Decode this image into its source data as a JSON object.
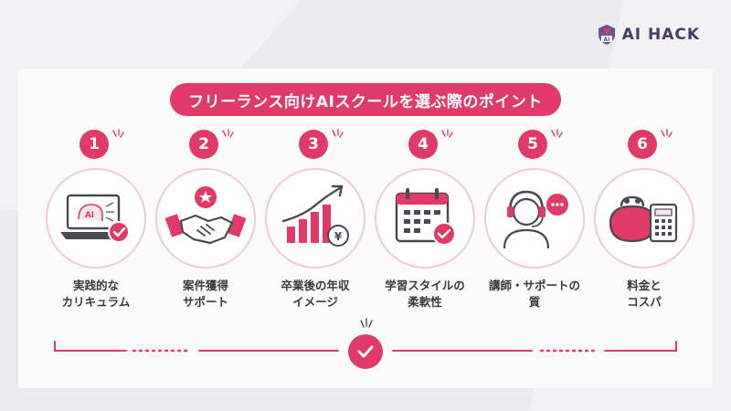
{
  "brand": {
    "name": "AI HACK",
    "mark_text": "AI"
  },
  "title": "フリーランス向けAIスクールを選ぶ際のポイント",
  "colors": {
    "accent": "#e23a68",
    "accent_light": "#f2c9d4",
    "dark": "#4a4a52",
    "brand_text": "#4a3a66"
  },
  "points": [
    {
      "number": "1",
      "label_line1": "実践的な",
      "label_line2": "カリキュラム",
      "icon": "laptop-ai-icon",
      "icon_text": "AI"
    },
    {
      "number": "2",
      "label_line1": "案件獲得",
      "label_line2": "サポート",
      "icon": "handshake-star-icon"
    },
    {
      "number": "3",
      "label_line1": "卒業後の年収",
      "label_line2": "イメージ",
      "icon": "growth-chart-yen-icon",
      "icon_text": "¥"
    },
    {
      "number": "4",
      "label_line1": "学習スタイルの",
      "label_line2": "柔軟性",
      "icon": "calendar-check-icon"
    },
    {
      "number": "5",
      "label_line1": "講師・サポートの",
      "label_line2": "質",
      "icon": "headset-person-icon"
    },
    {
      "number": "6",
      "label_line1": "料金と",
      "label_line2": "コスパ",
      "icon": "purse-calculator-icon"
    }
  ]
}
